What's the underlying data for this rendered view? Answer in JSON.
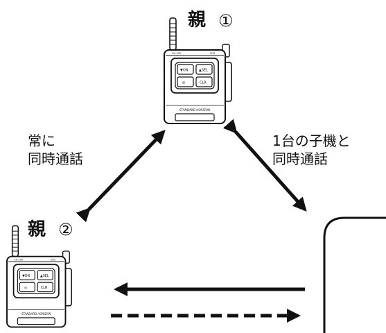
{
  "parent1": {
    "title": "親",
    "number": "①"
  },
  "parent2": {
    "title": "親",
    "number": "②"
  },
  "left_label": [
    "常に",
    "同時通話"
  ],
  "right_label": [
    "1台の子機と",
    "同時通話"
  ],
  "device": {
    "brand": "STANDARD HORIZON"
  }
}
